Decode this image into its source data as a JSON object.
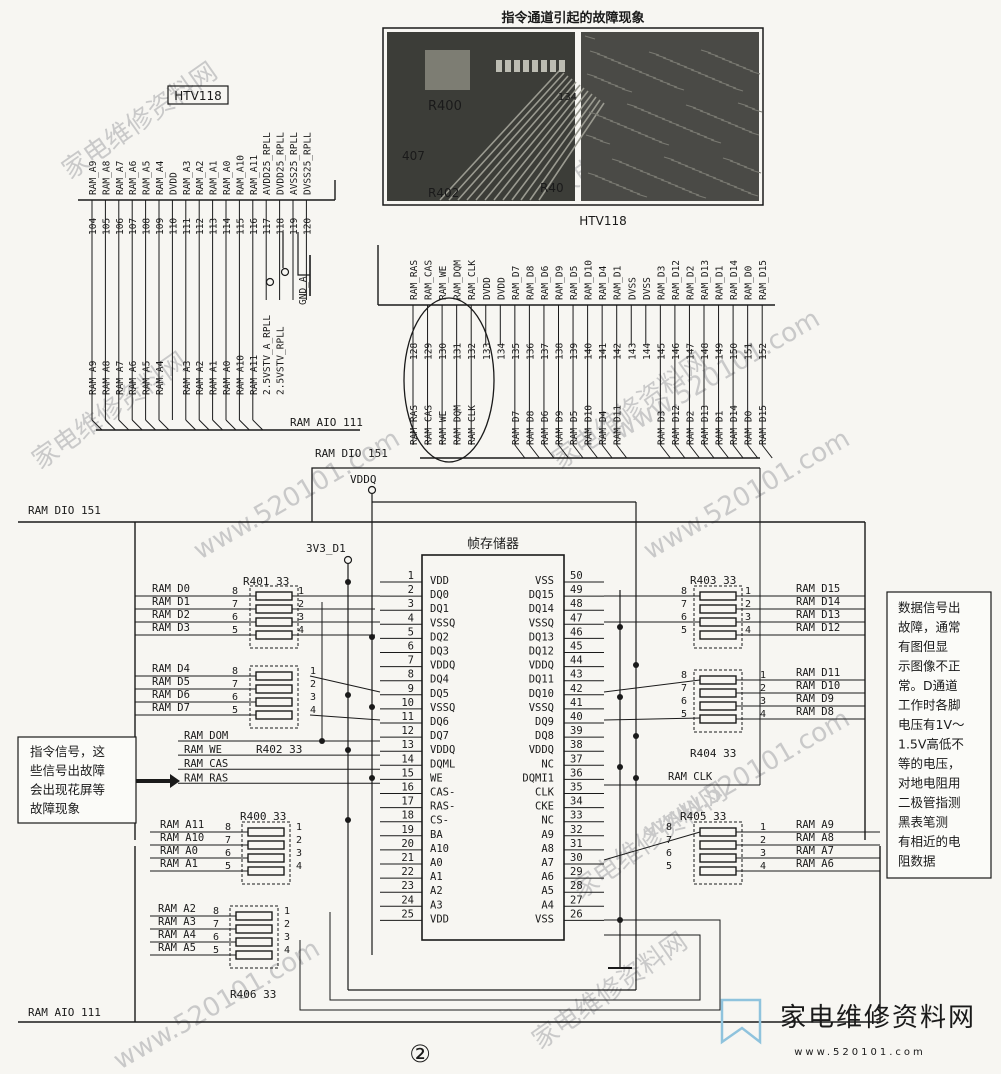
{
  "photo_caption": "指令通道引起的故障现象",
  "photo_marks": [
    "R400",
    "407",
    "R402",
    "R40",
    "134"
  ],
  "chip_top_left": "HTV118",
  "chip_top_right": "HTV118",
  "left_pins_top": [
    "RAM_A9",
    "RAM_A8",
    "RAM_A7",
    "RAM_A6",
    "RAM_A5",
    "RAM_A4",
    "DVDD",
    "RAM_A3",
    "RAM_A2",
    "RAM_A1",
    "RAM_A0",
    "RAM_A10",
    "RAM_A11",
    "AVDD25_RPLL",
    "DVDD25_RPLL",
    "AVSS25_RPLL",
    "DVSS25_RPLL"
  ],
  "left_pin_nums": [
    "104",
    "105",
    "106",
    "107",
    "108",
    "109",
    "110",
    "111",
    "112",
    "113",
    "114",
    "115",
    "116",
    "117",
    "118",
    "119",
    "120"
  ],
  "left_bottom_labels": [
    "RAM A9",
    "RAM A8",
    "RAM A7",
    "RAM A6",
    "RAM A5",
    "RAM A4",
    "",
    "RAM A3",
    "RAM A2",
    "RAM A1",
    "RAM A0",
    "RAM A10",
    "RAM A11",
    "2.5VSTV_A_RPLL",
    "2.5VSTV_RPLL"
  ],
  "gnd_label": "GND_A",
  "bus_aio_upper": "RAM AIO 111",
  "bus_dio_upper": "RAM DIO 151",
  "right_pins_top": [
    "RAM_RAS",
    "RAM_CAS",
    "RAM_WE",
    "RAM_DQM",
    "RAM_CLK",
    "DVDD",
    "DVDD",
    "RAM_D7",
    "RAM_D8",
    "RAM_D6",
    "RAM_D9",
    "RAM_D5",
    "RAM_D10",
    "RAM_D4",
    "RAM_D1",
    "DVSS",
    "DVSS",
    "RAM_D3",
    "RAM_D12",
    "RAM_D2",
    "RAM_D13",
    "RAM_D1",
    "RAM_D14",
    "RAM_D0",
    "RAM_D15"
  ],
  "right_pin_nums": [
    "128",
    "129",
    "130",
    "131",
    "132",
    "133",
    "134",
    "135",
    "136",
    "137",
    "138",
    "139",
    "140",
    "141",
    "142",
    "143",
    "144",
    "145",
    "146",
    "147",
    "148",
    "149",
    "150",
    "151",
    "152"
  ],
  "right_bottom_labels": [
    "RAM RAS",
    "RAM CAS",
    "RAM WE",
    "RAM DQM",
    "RAM CLK",
    "",
    "",
    "RAM D7",
    "RAM D8",
    "RAM D6",
    "RAM D9",
    "RAM D5",
    "RAM D10",
    "RAM D4",
    "RAM D11",
    "",
    "",
    "RAM D3",
    "RAM D12",
    "RAM D2",
    "RAM D13",
    "RAM D1",
    "RAM D14",
    "RAM D0",
    "RAM D15"
  ],
  "vddq": "VDDQ",
  "v3d1": "3V3_D1",
  "bus_dio_main": "RAM DIO 151",
  "bus_aio_main": "RAM AIO 111",
  "memory_title": "帧存储器",
  "mem_left_pins": [
    "VDD",
    "DQ0",
    "DQ1",
    "VSSQ",
    "DQ2",
    "DQ3",
    "VDDQ",
    "DQ4",
    "DQ5",
    "VSSQ",
    "DQ6",
    "DQ7",
    "VDDQ",
    "DQML",
    "WE",
    "CAS-",
    "RAS-",
    "CS-",
    "BA",
    "A10",
    "A0",
    "A1",
    "A2",
    "A3",
    "VDD"
  ],
  "mem_left_nums": [
    "1",
    "2",
    "3",
    "4",
    "5",
    "6",
    "7",
    "8",
    "9",
    "10",
    "11",
    "12",
    "13",
    "14",
    "15",
    "16",
    "17",
    "18",
    "19",
    "20",
    "21",
    "22",
    "23",
    "24",
    "25"
  ],
  "mem_right_pins": [
    "VSS",
    "DQ15",
    "DQ14",
    "VSSQ",
    "DQ13",
    "DQ12",
    "VDDQ",
    "DQ11",
    "DQ10",
    "VSSQ",
    "DQ9",
    "DQ8",
    "VDDQ",
    "NC",
    "DQMI1",
    "CLK",
    "CKE",
    "NC",
    "A9",
    "A8",
    "A7",
    "A6",
    "A5",
    "A4",
    "VSS"
  ],
  "mem_right_nums": [
    "50",
    "49",
    "48",
    "47",
    "46",
    "45",
    "44",
    "43",
    "42",
    "41",
    "40",
    "39",
    "38",
    "37",
    "36",
    "35",
    "34",
    "33",
    "32",
    "31",
    "30",
    "29",
    "28",
    "27",
    "26"
  ],
  "resistors": [
    {
      "name": "R401  33",
      "signals": [
        "RAM D0",
        "RAM D1",
        "RAM D2",
        "RAM D3"
      ]
    },
    {
      "name": "R402  33",
      "signals": [
        "RAM D4",
        "RAM D5",
        "RAM D6",
        "RAM D7"
      ]
    },
    {
      "name": "R400  33",
      "signals": [
        "RAM A11",
        "RAM A10",
        "RAM A0",
        "RAM A1"
      ]
    },
    {
      "name": "R406  33",
      "signals": [
        "RAM A2",
        "RAM A3",
        "RAM A4",
        "RAM A5"
      ]
    },
    {
      "name": "R403  33",
      "signals": [
        "RAM D15",
        "RAM D14",
        "RAM D13",
        "RAM D12"
      ]
    },
    {
      "name": "R404  33",
      "signals": [
        "RAM D11",
        "RAM D10",
        "RAM D9",
        "RAM D8"
      ]
    },
    {
      "name": "R405  33",
      "signals": [
        "RAM A9",
        "RAM A8",
        "RAM A7",
        "RAM A6"
      ]
    }
  ],
  "control_signals": [
    "RAM DOM",
    "RAM WE",
    "RAM CAS",
    "RAM RAS"
  ],
  "clk_label": "RAM CLK",
  "pin_marks_left": [
    "8",
    "7",
    "6",
    "5"
  ],
  "pin_marks_right": [
    "1",
    "2",
    "3",
    "4"
  ],
  "note_left": [
    "指令信号，这",
    "些信号出故障",
    "会出现花屏等",
    "故障现象"
  ],
  "note_right": [
    "数据信号出",
    "故障，通常",
    "有图但显",
    "示图像不正",
    "常。D通道",
    "工作时各脚",
    "电压有1V～",
    "1.5V高低不",
    "等的电压，",
    "对地电阻用",
    "二极管指测",
    "黑表笔测",
    "有相近的电",
    "阻数据"
  ],
  "figure_number": "②",
  "logo_text": "家电维修资料网",
  "logo_url": "www.520101.com",
  "watermarks": [
    "家电维修资料网",
    "www.520101.com"
  ]
}
